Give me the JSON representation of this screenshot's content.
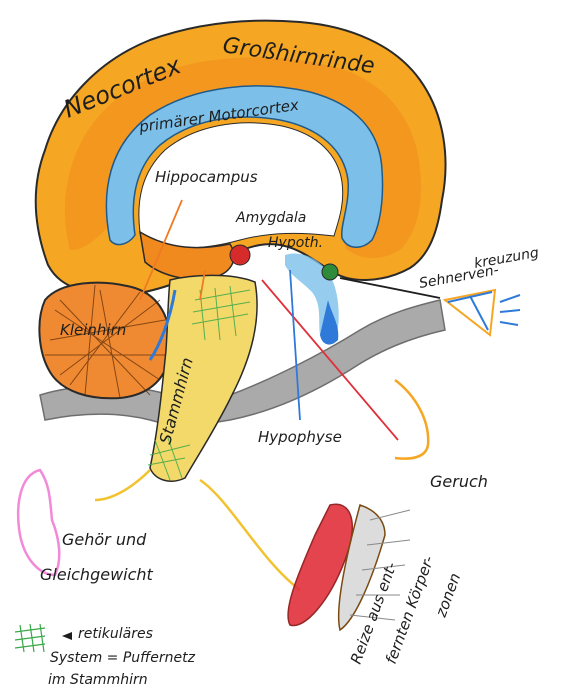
{
  "labels": {
    "neocortex": "Neocortex",
    "grosshirnrinde": "Großhirnrinde",
    "motorcortex": "primärer Motorcortex",
    "hippocampus": "Hippocampus",
    "amygdala": "Amygdala",
    "hypothalamus": "Hypoth.",
    "sehnerven_1": "Sehnerven-",
    "sehnerven_2": "kreuzung",
    "kleinhirn": "Kleinhirn",
    "stammhirn": "Stammhirn",
    "hypophyse": "Hypophyse",
    "geruch": "Geruch",
    "gehoer_1": "Gehör und",
    "gehoer_2": "Gleichgewicht",
    "reize_1": "Reize aus ent-",
    "reize_2": "fernten Körper-",
    "reize_3": "zonen",
    "retikular_1": "retikuläres",
    "retikular_2": "System = Puffernetz",
    "retikular_3": "im Stammhirn"
  },
  "colors": {
    "cortex": "#f5a623",
    "motorcortex": "#7cc0ea",
    "amygdala": "#d62b2b",
    "hypothalamus": "#2e8b3a",
    "kleinhirn": "#ef8a32",
    "stammhirn": "#f2d96a",
    "reticular": "#8fd08a",
    "gray": "#a9a9a9",
    "ear": "#f28ad8",
    "nose": "#f5a623",
    "muscle": "#e0303a",
    "arrow_red": "#e0303a",
    "arrow_orange": "#f07a22",
    "arrow_yellow": "#f2c230",
    "arrow_blue": "#2f7ad8"
  }
}
